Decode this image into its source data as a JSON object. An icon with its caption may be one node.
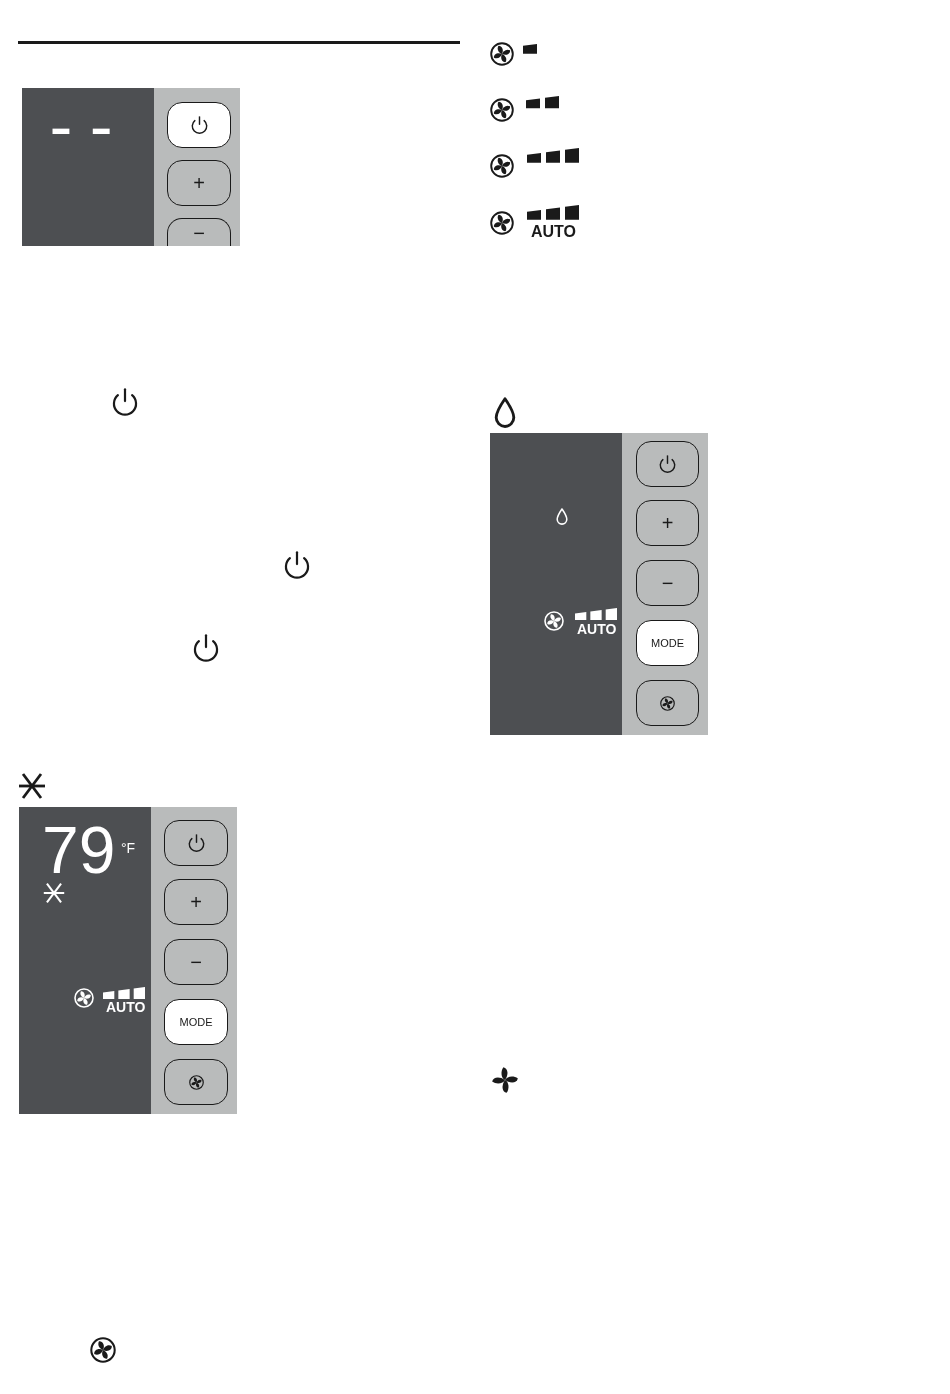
{
  "diagram": {
    "labels": [
      "- -",
      "+",
      "−",
      "79",
      "°F",
      "AUTO",
      "+",
      "−",
      "MODE",
      "AUTO",
      "AUTO",
      "+",
      "−",
      "MODE"
    ]
  }
}
